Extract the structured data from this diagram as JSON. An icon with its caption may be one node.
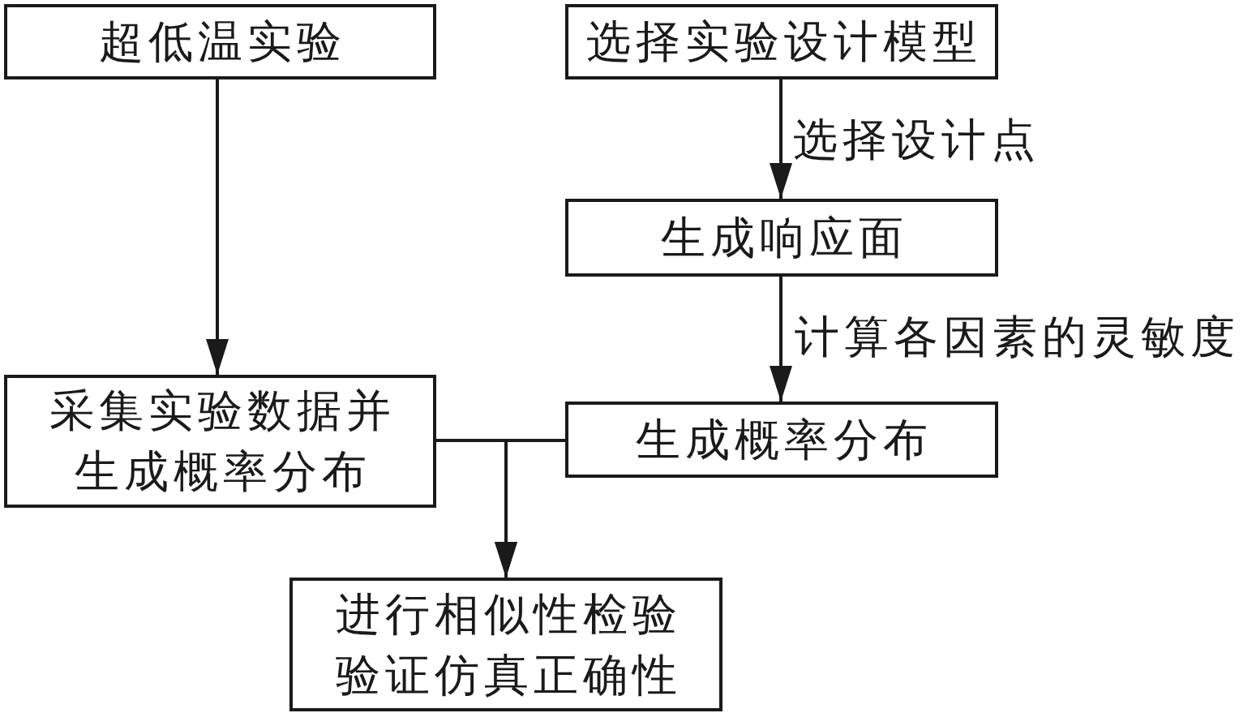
{
  "diagram": {
    "nodes": [
      {
        "text": [
          "超低温实验"
        ]
      },
      {
        "text": [
          "选择实验设计模型"
        ]
      },
      {
        "text": [
          "生成响应面"
        ]
      },
      {
        "text": [
          "采集实验数据并生成概率分布"
        ]
      },
      {
        "text": [
          "生成概率分布"
        ]
      },
      {
        "text": [
          "进行相似性检验验证仿真正确性"
        ]
      }
    ],
    "edges": [
      {
        "from": 0,
        "to": 3,
        "arrow": "to"
      },
      {
        "from": 1,
        "to": 2,
        "arrow": "to",
        "label": "选择设计点"
      },
      {
        "from": 2,
        "to": 4,
        "arrow": "to",
        "label": "计算各因素的灵敏度"
      },
      {
        "from": 3,
        "to": 5,
        "arrow": "to"
      },
      {
        "from": 4,
        "to": 5,
        "arrow": "to"
      }
    ]
  }
}
